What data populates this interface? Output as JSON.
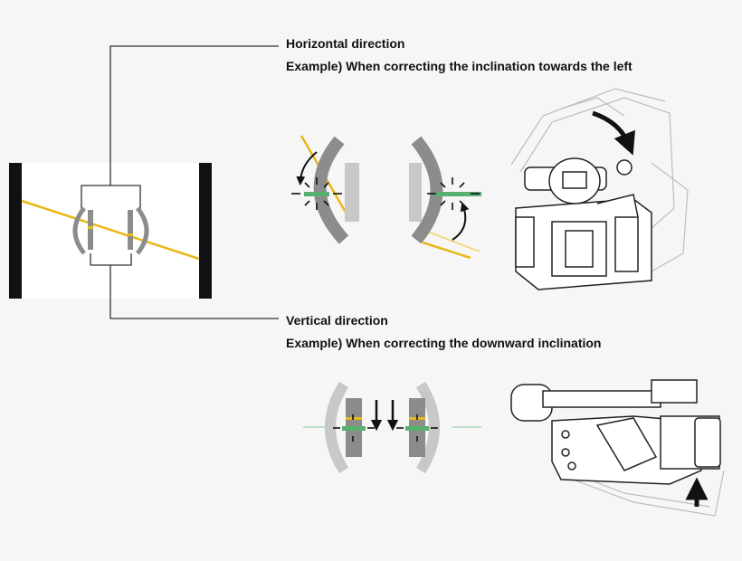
{
  "horizontal": {
    "heading": "Horizontal direction",
    "example": "Example) When correcting the inclination towards the left"
  },
  "vertical": {
    "heading": "Vertical direction",
    "example": "Example) When correcting the downward inclination"
  },
  "colors": {
    "level_line": "#e8b818",
    "target_marker": "#58b070",
    "guide_gray": "#8c8c8c",
    "guide_light": "#c8c8c8",
    "frame_black": "#111111",
    "background": "#f6f6f6",
    "camera_line": "#222222"
  }
}
